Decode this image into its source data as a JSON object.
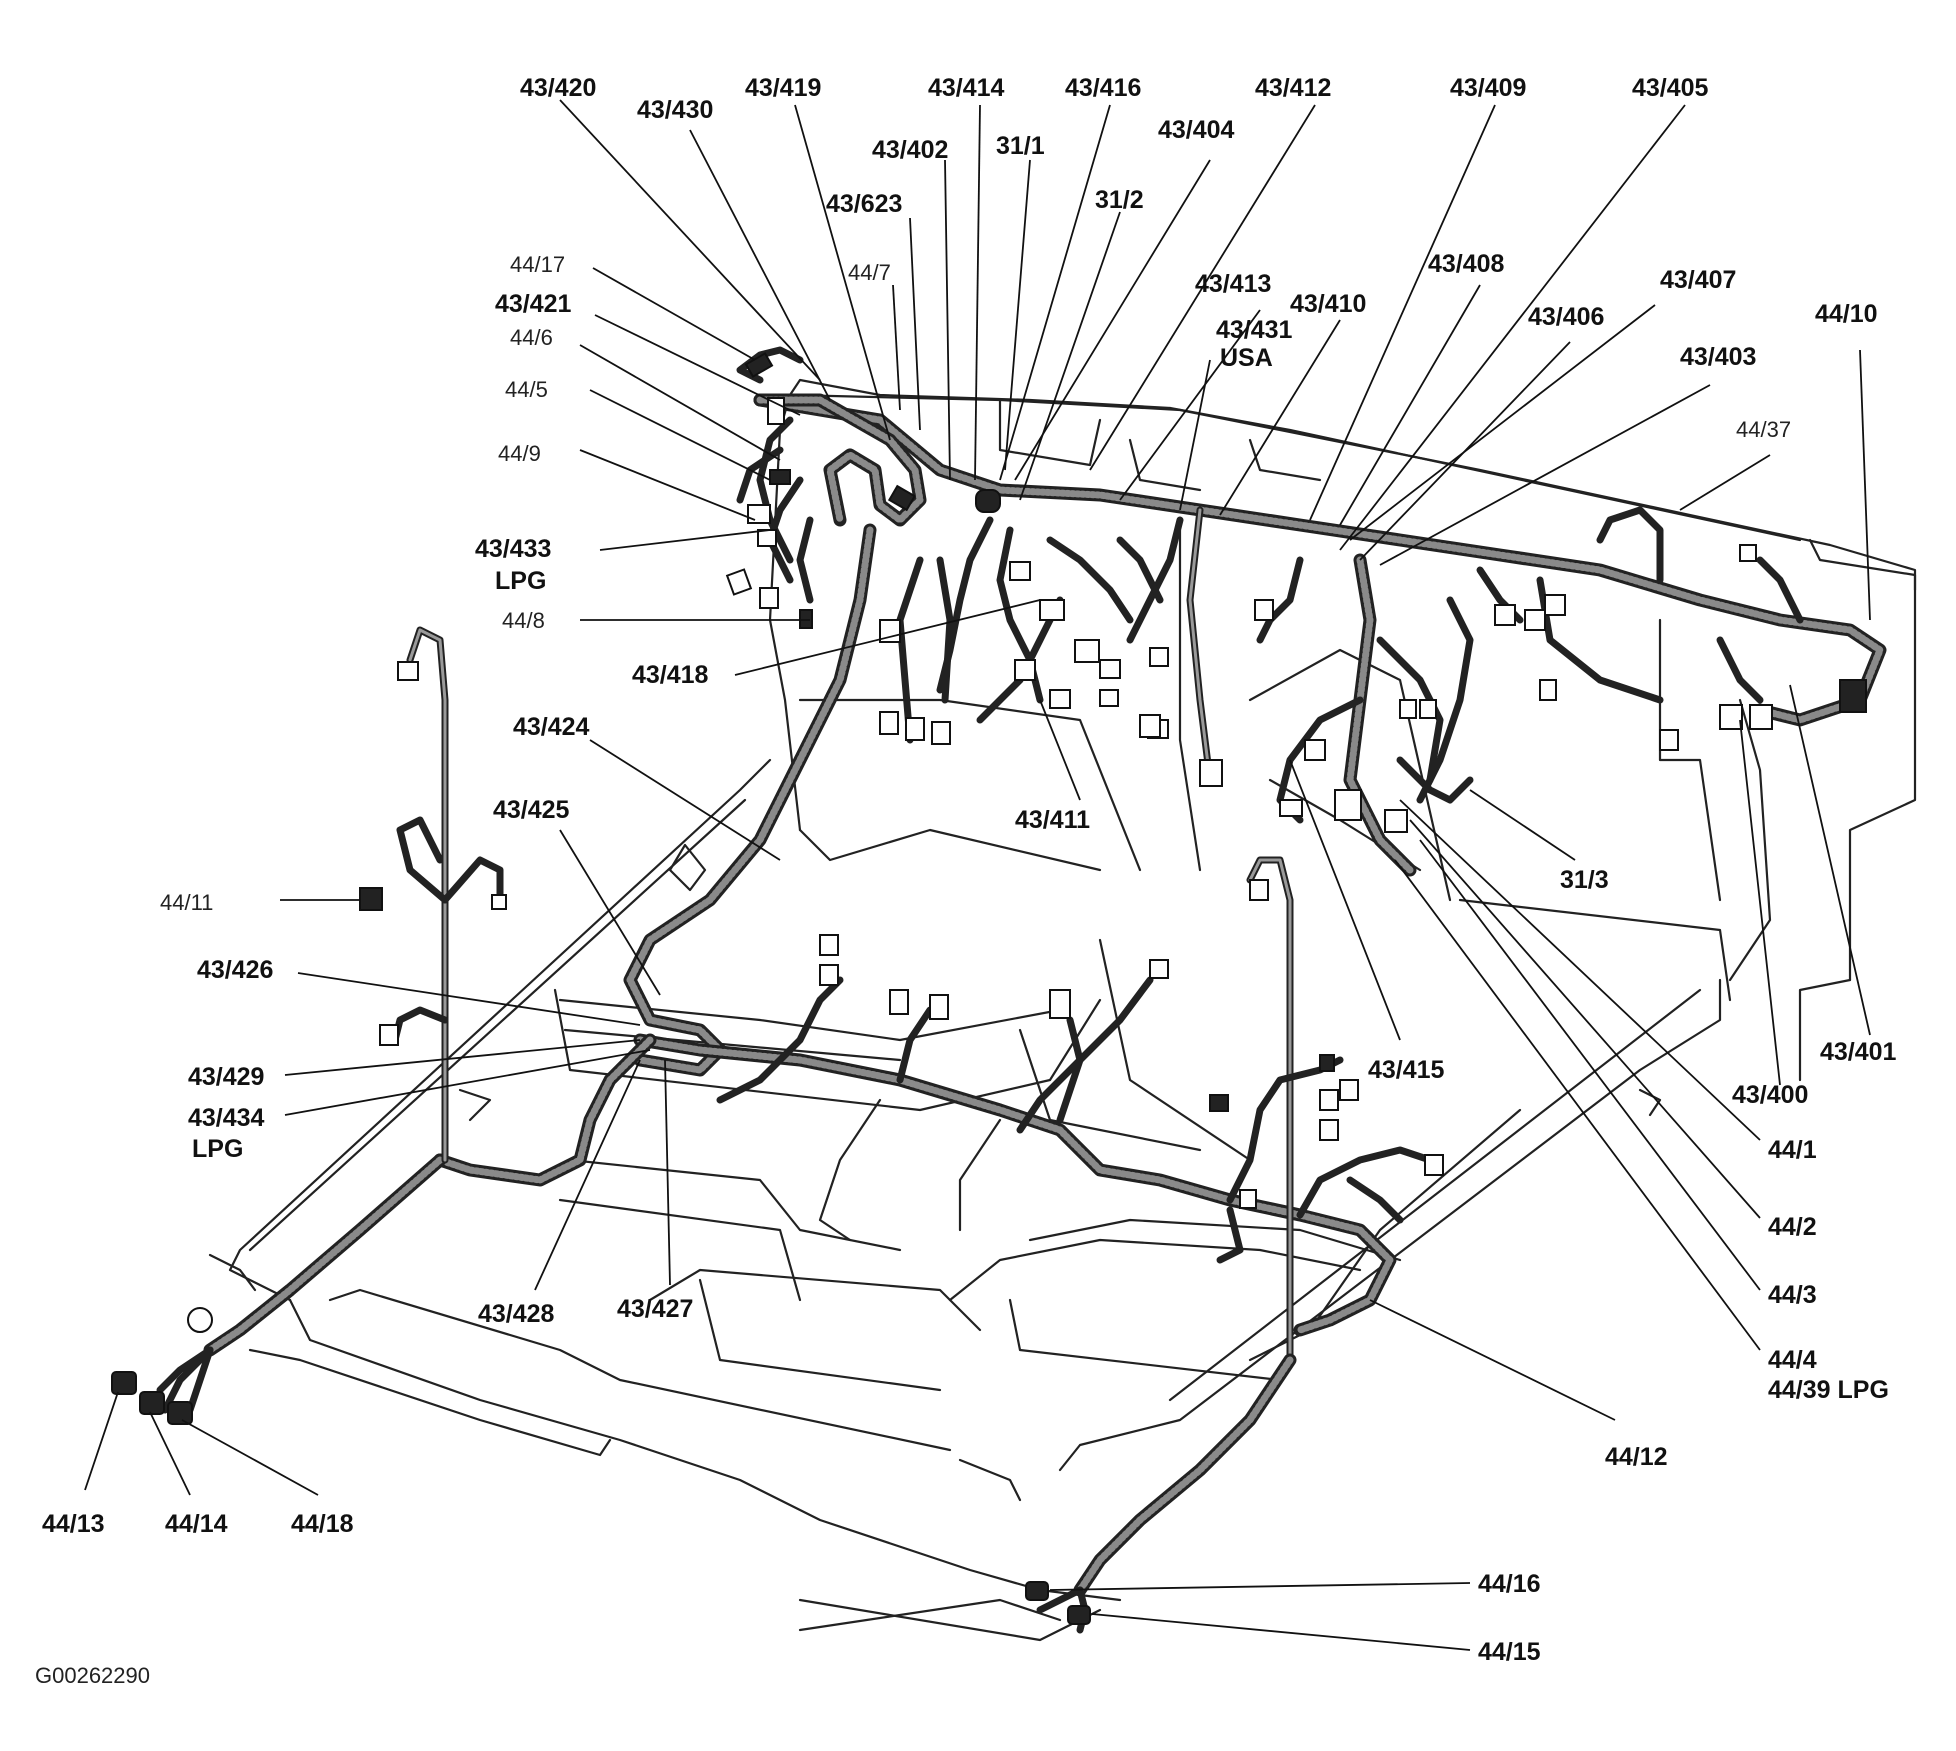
{
  "figure_code": "G00262290",
  "labels": [
    {
      "id": "43-420",
      "text": "43/420"
    },
    {
      "id": "43-430",
      "text": "43/430"
    },
    {
      "id": "43-419",
      "text": "43/419"
    },
    {
      "id": "43-414",
      "text": "43/414"
    },
    {
      "id": "43-416",
      "text": "43/416"
    },
    {
      "id": "43-412",
      "text": "43/412"
    },
    {
      "id": "43-409",
      "text": "43/409"
    },
    {
      "id": "43-405",
      "text": "43/405"
    },
    {
      "id": "43-402",
      "text": "43/402"
    },
    {
      "id": "31-1",
      "text": "31/1"
    },
    {
      "id": "43-404",
      "text": "43/404"
    },
    {
      "id": "43-623",
      "text": "43/623"
    },
    {
      "id": "31-2",
      "text": "31/2"
    },
    {
      "id": "44-17",
      "text": "44/17"
    },
    {
      "id": "44-7",
      "text": "44/7"
    },
    {
      "id": "43-408",
      "text": "43/408"
    },
    {
      "id": "43-407",
      "text": "43/407"
    },
    {
      "id": "43-413",
      "text": "43/413"
    },
    {
      "id": "43-410",
      "text": "43/410"
    },
    {
      "id": "43-421",
      "text": "43/421"
    },
    {
      "id": "43-431",
      "text": "43/431"
    },
    {
      "id": "usa",
      "text": "USA"
    },
    {
      "id": "43-406",
      "text": "43/406"
    },
    {
      "id": "44-10",
      "text": "44/10"
    },
    {
      "id": "44-6",
      "text": "44/6"
    },
    {
      "id": "43-403",
      "text": "43/403"
    },
    {
      "id": "44-5",
      "text": "44/5"
    },
    {
      "id": "44-37",
      "text": "44/37"
    },
    {
      "id": "44-9",
      "text": "44/9"
    },
    {
      "id": "43-433",
      "text": "43/433"
    },
    {
      "id": "lpg-433",
      "text": "LPG"
    },
    {
      "id": "44-8",
      "text": "44/8"
    },
    {
      "id": "43-418",
      "text": "43/418"
    },
    {
      "id": "43-424",
      "text": "43/424"
    },
    {
      "id": "43-425",
      "text": "43/425"
    },
    {
      "id": "43-411",
      "text": "43/411"
    },
    {
      "id": "31-3",
      "text": "31/3"
    },
    {
      "id": "44-11",
      "text": "44/11"
    },
    {
      "id": "43-426",
      "text": "43/426"
    },
    {
      "id": "43-401",
      "text": "43/401"
    },
    {
      "id": "43-415",
      "text": "43/415"
    },
    {
      "id": "43-400",
      "text": "43/400"
    },
    {
      "id": "43-429",
      "text": "43/429"
    },
    {
      "id": "43-434",
      "text": "43/434"
    },
    {
      "id": "lpg-434",
      "text": "LPG"
    },
    {
      "id": "44-1",
      "text": "44/1"
    },
    {
      "id": "44-2",
      "text": "44/2"
    },
    {
      "id": "44-3",
      "text": "44/3"
    },
    {
      "id": "43-428",
      "text": "43/428"
    },
    {
      "id": "43-427",
      "text": "43/427"
    },
    {
      "id": "44-4",
      "text": "44/4"
    },
    {
      "id": "44-39-lpg",
      "text": "44/39 LPG"
    },
    {
      "id": "44-12",
      "text": "44/12"
    },
    {
      "id": "44-13",
      "text": "44/13"
    },
    {
      "id": "44-14",
      "text": "44/14"
    },
    {
      "id": "44-18",
      "text": "44/18"
    },
    {
      "id": "44-16",
      "text": "44/16"
    },
    {
      "id": "44-15",
      "text": "44/15"
    }
  ]
}
